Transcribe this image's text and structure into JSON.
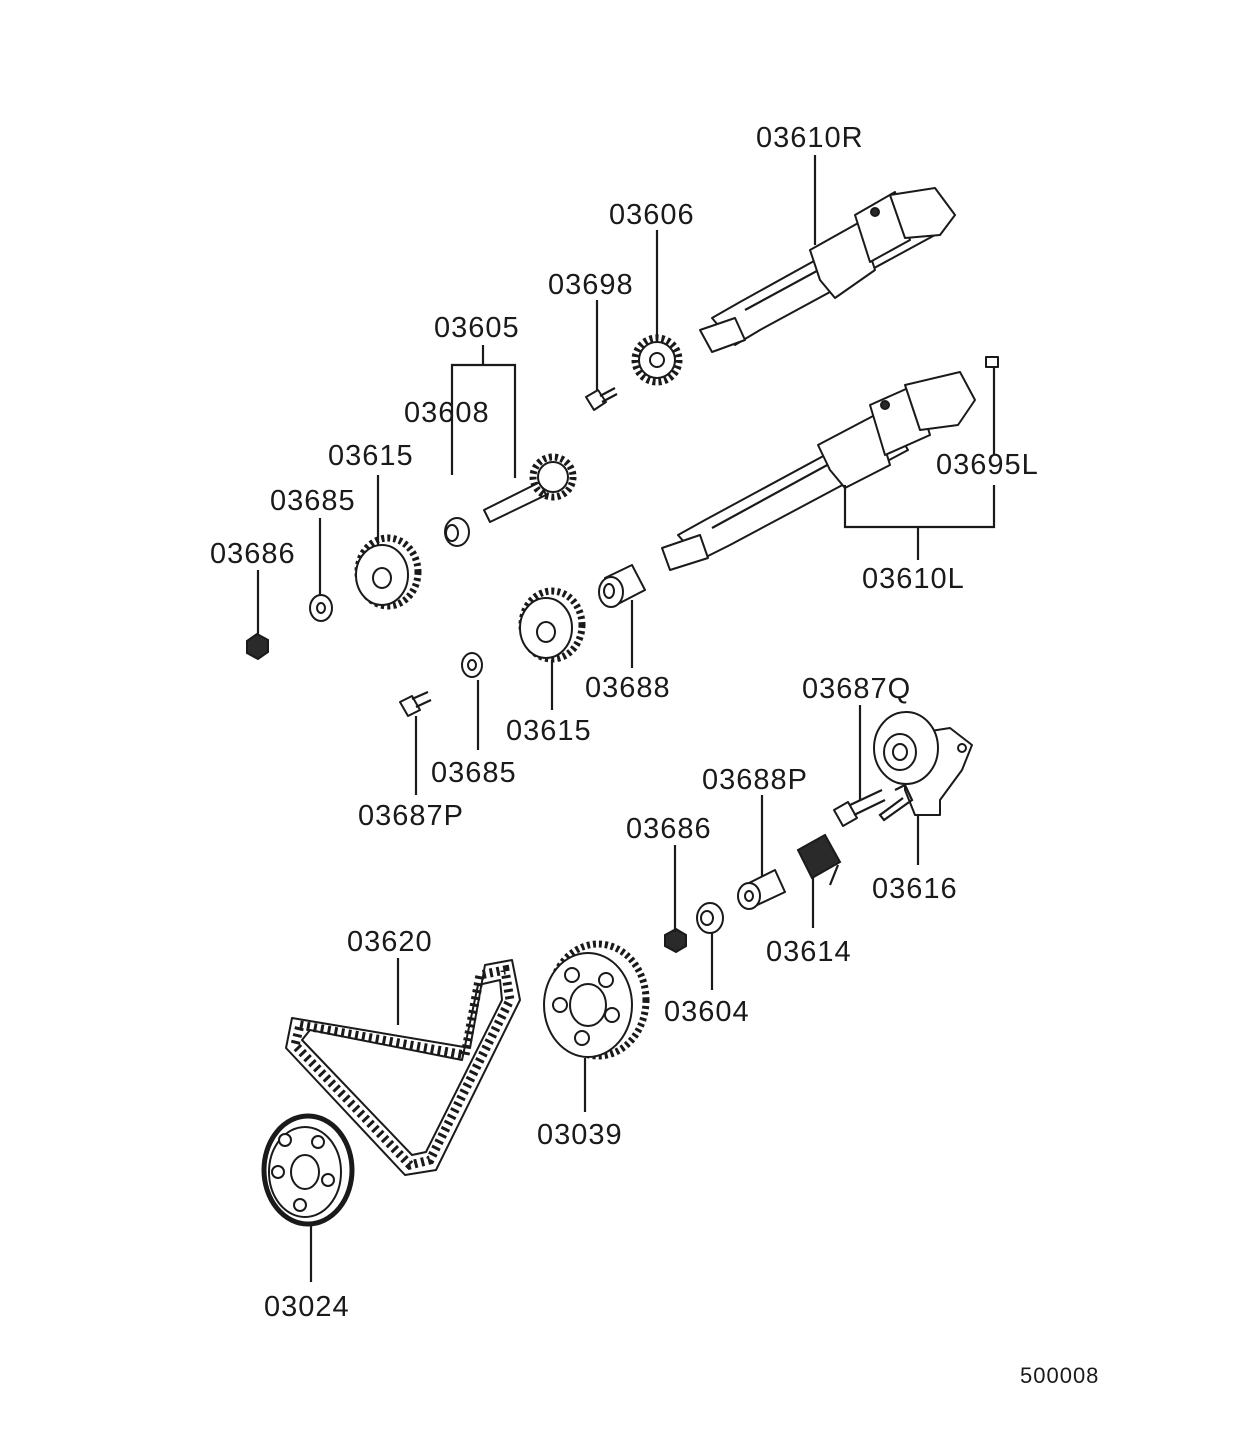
{
  "diagram_code": "500008",
  "part_labels": {
    "p03610R": "03610R",
    "p03606": "03606",
    "p03698": "03698",
    "p03605": "03605",
    "p03608": "03608",
    "p03615a": "03615",
    "p03685a": "03685",
    "p03686a": "03686",
    "p03695L": "03695L",
    "p03610L": "03610L",
    "p03688": "03688",
    "p03615b": "03615",
    "p03687Q": "03687Q",
    "p03685b": "03685",
    "p03687P": "03687P",
    "p03688P": "03688P",
    "p03686b": "03686",
    "p03616": "03616",
    "p03614": "03614",
    "p03620": "03620",
    "p03604": "03604",
    "p03039": "03039",
    "p03024": "03024"
  }
}
